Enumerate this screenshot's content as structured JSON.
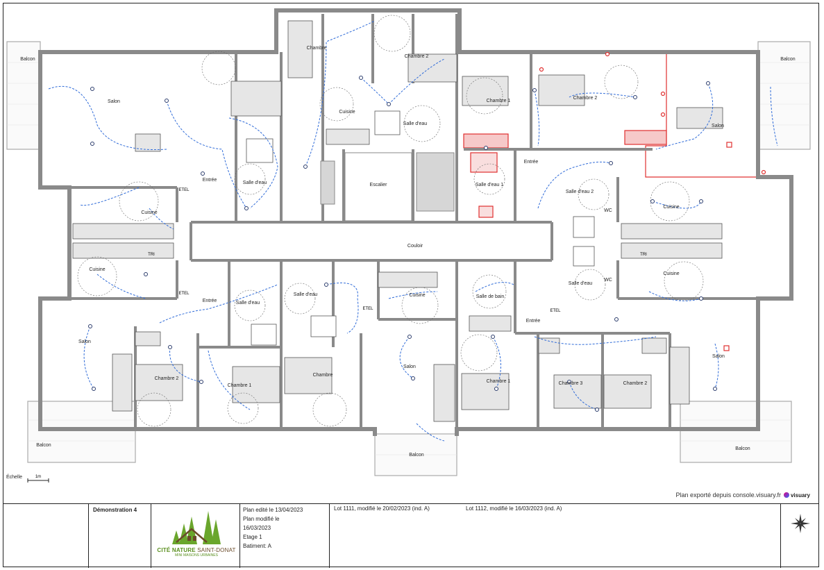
{
  "plan": {
    "rooms": {
      "balcon_nw": "Balcon",
      "balcon_ne": "Balcon",
      "balcon_sw": "Balcon",
      "balcon_s": "Balcon",
      "balcon_se": "Balcon",
      "salon_nw": "Salon",
      "chambre_n": "Chambre",
      "chambre2_n": "Chambre 2",
      "cuisine_n": "Cuisine",
      "salle_eau_n": "Salle d'eau",
      "escalier": "Escalier",
      "chambre1_ne": "Chambre 1",
      "chambre2_ne": "Chambre 2",
      "salon_ne": "Salon",
      "salle_eau1_ne": "Salle d'eau 1",
      "entree_ne": "Entrée",
      "salle_eau2_ne": "Salle d'eau 2",
      "wc_ne": "WC",
      "cuisine_ne": "Cuisine",
      "entree_nw": "Entrée",
      "salle_eau_nw": "Salle d'eau",
      "cuisine_w1": "Cuisine",
      "cuisine_w2": "Cuisine",
      "couloir": "Couloir",
      "entree_sw": "Entrée",
      "salle_eau_sw": "Salle d'eau",
      "salle_eau_s": "Salle d'eau",
      "cuisine_s": "Cuisine",
      "salle_bain": "Salle de bain",
      "salle_eau_se": "Salle d'eau",
      "wc_se": "WC",
      "cuisine_se": "Cuisine",
      "salon_sw": "Salon",
      "chambre2_sw": "Chambre 2",
      "chambre1_sw": "Chambre 1",
      "chambre_s": "Chambre",
      "salon_s": "Salon",
      "chambre1_se": "Chambre 1",
      "entree_se": "Entrée",
      "chambre3_se": "Chambre 3",
      "chambre2_se": "Chambre 2",
      "salon_se": "Salon"
    },
    "tags": {
      "etel": "ETEL",
      "tri": "TRI"
    },
    "colors": {
      "wall": "#8a8a8a",
      "wiring": "#2f6bd8",
      "highlight": "#e03030",
      "furniture": "#d8d8d8"
    }
  },
  "scale": {
    "label": "Échelle",
    "unit": "1m"
  },
  "export": {
    "text": "Plan exporté depuis console.visuary.fr",
    "brand": "visuary"
  },
  "titleblock": {
    "project": "Démonstration 4",
    "logo_main": "CITÉ NATURE",
    "logo_place": "SAINT-DONAT",
    "logo_sub": "MINI MAISONS URBAINES",
    "edit_line1": "Plan edité le 13/04/2023",
    "edit_line2": "Plan modifié le",
    "edit_line3": "16/03/2023",
    "etage": "Etage 1",
    "batiment": "Batiment: A",
    "lot1": "Lot 1111, modifié le 20/02/2023 (ind. A)",
    "lot2": "Lot 1112, modifié le 16/03/2023 (ind. A)"
  }
}
